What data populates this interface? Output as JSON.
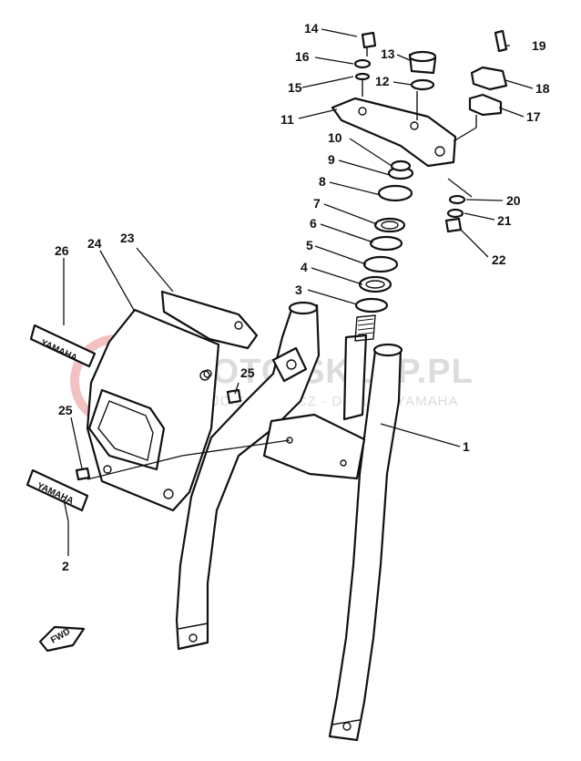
{
  "callouts": [
    {
      "num": "1"
    },
    {
      "num": "2"
    },
    {
      "num": "3"
    },
    {
      "num": "4"
    },
    {
      "num": "5"
    },
    {
      "num": "6"
    },
    {
      "num": "7"
    },
    {
      "num": "8"
    },
    {
      "num": "9"
    },
    {
      "num": "10"
    },
    {
      "num": "11"
    },
    {
      "num": "12"
    },
    {
      "num": "13"
    },
    {
      "num": "14"
    },
    {
      "num": "15"
    },
    {
      "num": "16"
    },
    {
      "num": "17"
    },
    {
      "num": "18"
    },
    {
      "num": "19"
    },
    {
      "num": "20"
    },
    {
      "num": "21"
    },
    {
      "num": "22"
    },
    {
      "num": "23"
    },
    {
      "num": "24"
    },
    {
      "num": "25"
    },
    {
      "num": "25"
    },
    {
      "num": "26"
    }
  ],
  "watermark": {
    "main": "MOTO-SKLEP.PL",
    "sub": "WOJCIECHOWICZ - DEALER YAMAHA",
    "color": "#e8a0a0"
  },
  "decals": {
    "emblem_large": "YAMAHA",
    "emblem_small": "YAMAHA",
    "direction_tag": "FWD"
  }
}
